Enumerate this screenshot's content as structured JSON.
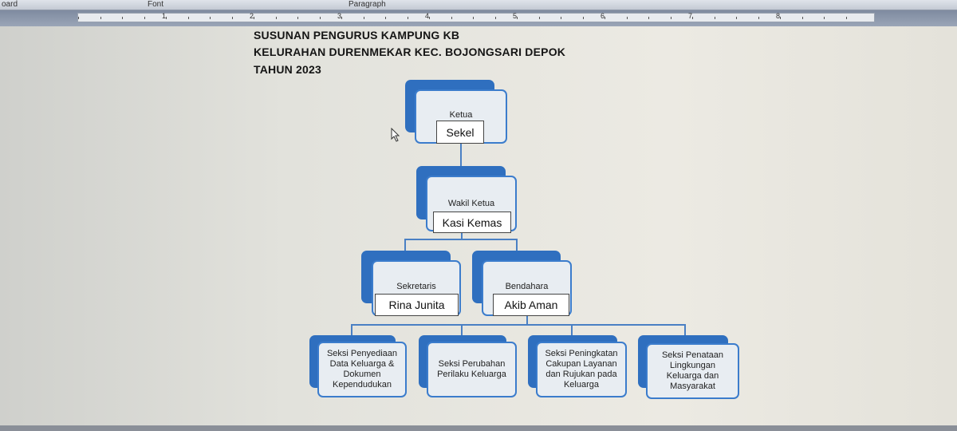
{
  "ribbon": {
    "groups": [
      "oard",
      "Font",
      "Paragraph"
    ]
  },
  "ruler": {
    "numbers": [
      "1",
      "2",
      "3",
      "4",
      "5",
      "6",
      "7",
      "8"
    ]
  },
  "document": {
    "title_lines": [
      "SUSUNAN PENGURUS KAMPUNG KB",
      "KELURAHAN DURENMEKAR KEC. BOJONGSARI DEPOK",
      "TAHUN 2023"
    ]
  },
  "org": {
    "ketua": {
      "role": "Ketua",
      "name": "Sekel"
    },
    "wakil": {
      "role": "Wakil Ketua",
      "name": "Kasi Kemas"
    },
    "sekretaris": {
      "role": "Sekretaris",
      "name": "Rina  Junita"
    },
    "bendahara": {
      "role": "Bendahara",
      "name": "Akib Aman"
    },
    "seksi": [
      {
        "lines": [
          "Seksi Penyediaan",
          "Data Keluarga &",
          "Dokumen",
          "Kependudukan"
        ]
      },
      {
        "lines": [
          "Seksi Perubahan",
          "Perilaku Keluarga"
        ]
      },
      {
        "lines": [
          "Seksi Peningkatan",
          "Cakupan Layanan",
          "dan Rujukan pada",
          "Keluarga"
        ]
      },
      {
        "lines": [
          "Seksi Penataan",
          "Lingkungan",
          "Keluarga dan",
          "Masyarakat"
        ]
      }
    ],
    "colors": {
      "box_border": "#3b7ccc",
      "box_back": "#2f6fbf"
    }
  }
}
